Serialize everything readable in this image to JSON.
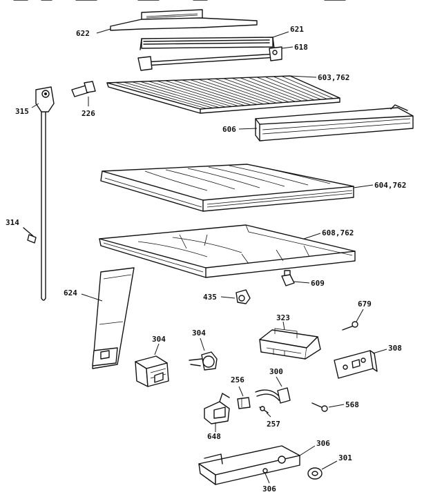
{
  "diagram": {
    "callouts": [
      {
        "id": "c622",
        "text": "622"
      },
      {
        "id": "c621",
        "text": "621"
      },
      {
        "id": "c618",
        "text": "618"
      },
      {
        "id": "c603",
        "text": "603,762"
      },
      {
        "id": "c315",
        "text": "315"
      },
      {
        "id": "c226",
        "text": "226"
      },
      {
        "id": "c606",
        "text": "606"
      },
      {
        "id": "c604",
        "text": "604,762"
      },
      {
        "id": "c314",
        "text": "314"
      },
      {
        "id": "c608",
        "text": "608,762"
      },
      {
        "id": "c624",
        "text": "624"
      },
      {
        "id": "c435",
        "text": "435"
      },
      {
        "id": "c609",
        "text": "609"
      },
      {
        "id": "c679",
        "text": "679"
      },
      {
        "id": "c323",
        "text": "323"
      },
      {
        "id": "c304a",
        "text": "304"
      },
      {
        "id": "c304b",
        "text": "304"
      },
      {
        "id": "c308",
        "text": "308"
      },
      {
        "id": "c256",
        "text": "256"
      },
      {
        "id": "c300",
        "text": "300"
      },
      {
        "id": "c568",
        "text": "568"
      },
      {
        "id": "c257",
        "text": "257"
      },
      {
        "id": "c648",
        "text": "648"
      },
      {
        "id": "c306a",
        "text": "306"
      },
      {
        "id": "c301",
        "text": "301"
      },
      {
        "id": "c306b",
        "text": "306"
      }
    ]
  }
}
